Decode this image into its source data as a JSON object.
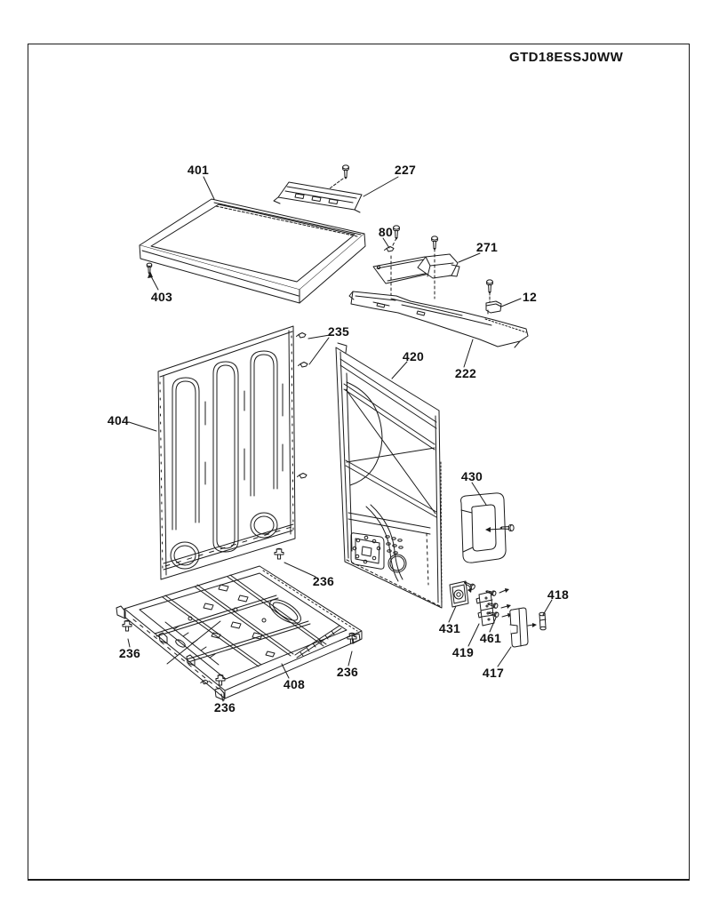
{
  "page": {
    "title": "GTD18ESSJ0WW",
    "type": "exploded-parts-diagram",
    "subject": "dryer cabinet assembly"
  },
  "colors": {
    "background": "#FFFFFF",
    "line": "#1B1B1B",
    "border": "#1A1A1A",
    "text": "#111111"
  },
  "diagram": {
    "callouts": [
      {
        "part_number": "401"
      },
      {
        "part_number": "227"
      },
      {
        "part_number": "403"
      },
      {
        "part_number": "80"
      },
      {
        "part_number": "271"
      },
      {
        "part_number": "12"
      },
      {
        "part_number": "235"
      },
      {
        "part_number": "222"
      },
      {
        "part_number": "420"
      },
      {
        "part_number": "404"
      },
      {
        "part_number": "430"
      },
      {
        "part_number": "236"
      },
      {
        "part_number": "431"
      },
      {
        "part_number": "419"
      },
      {
        "part_number": "461"
      },
      {
        "part_number": "417"
      },
      {
        "part_number": "418"
      },
      {
        "part_number": "236"
      },
      {
        "part_number": "236"
      },
      {
        "part_number": "236"
      },
      {
        "part_number": "408"
      }
    ]
  }
}
